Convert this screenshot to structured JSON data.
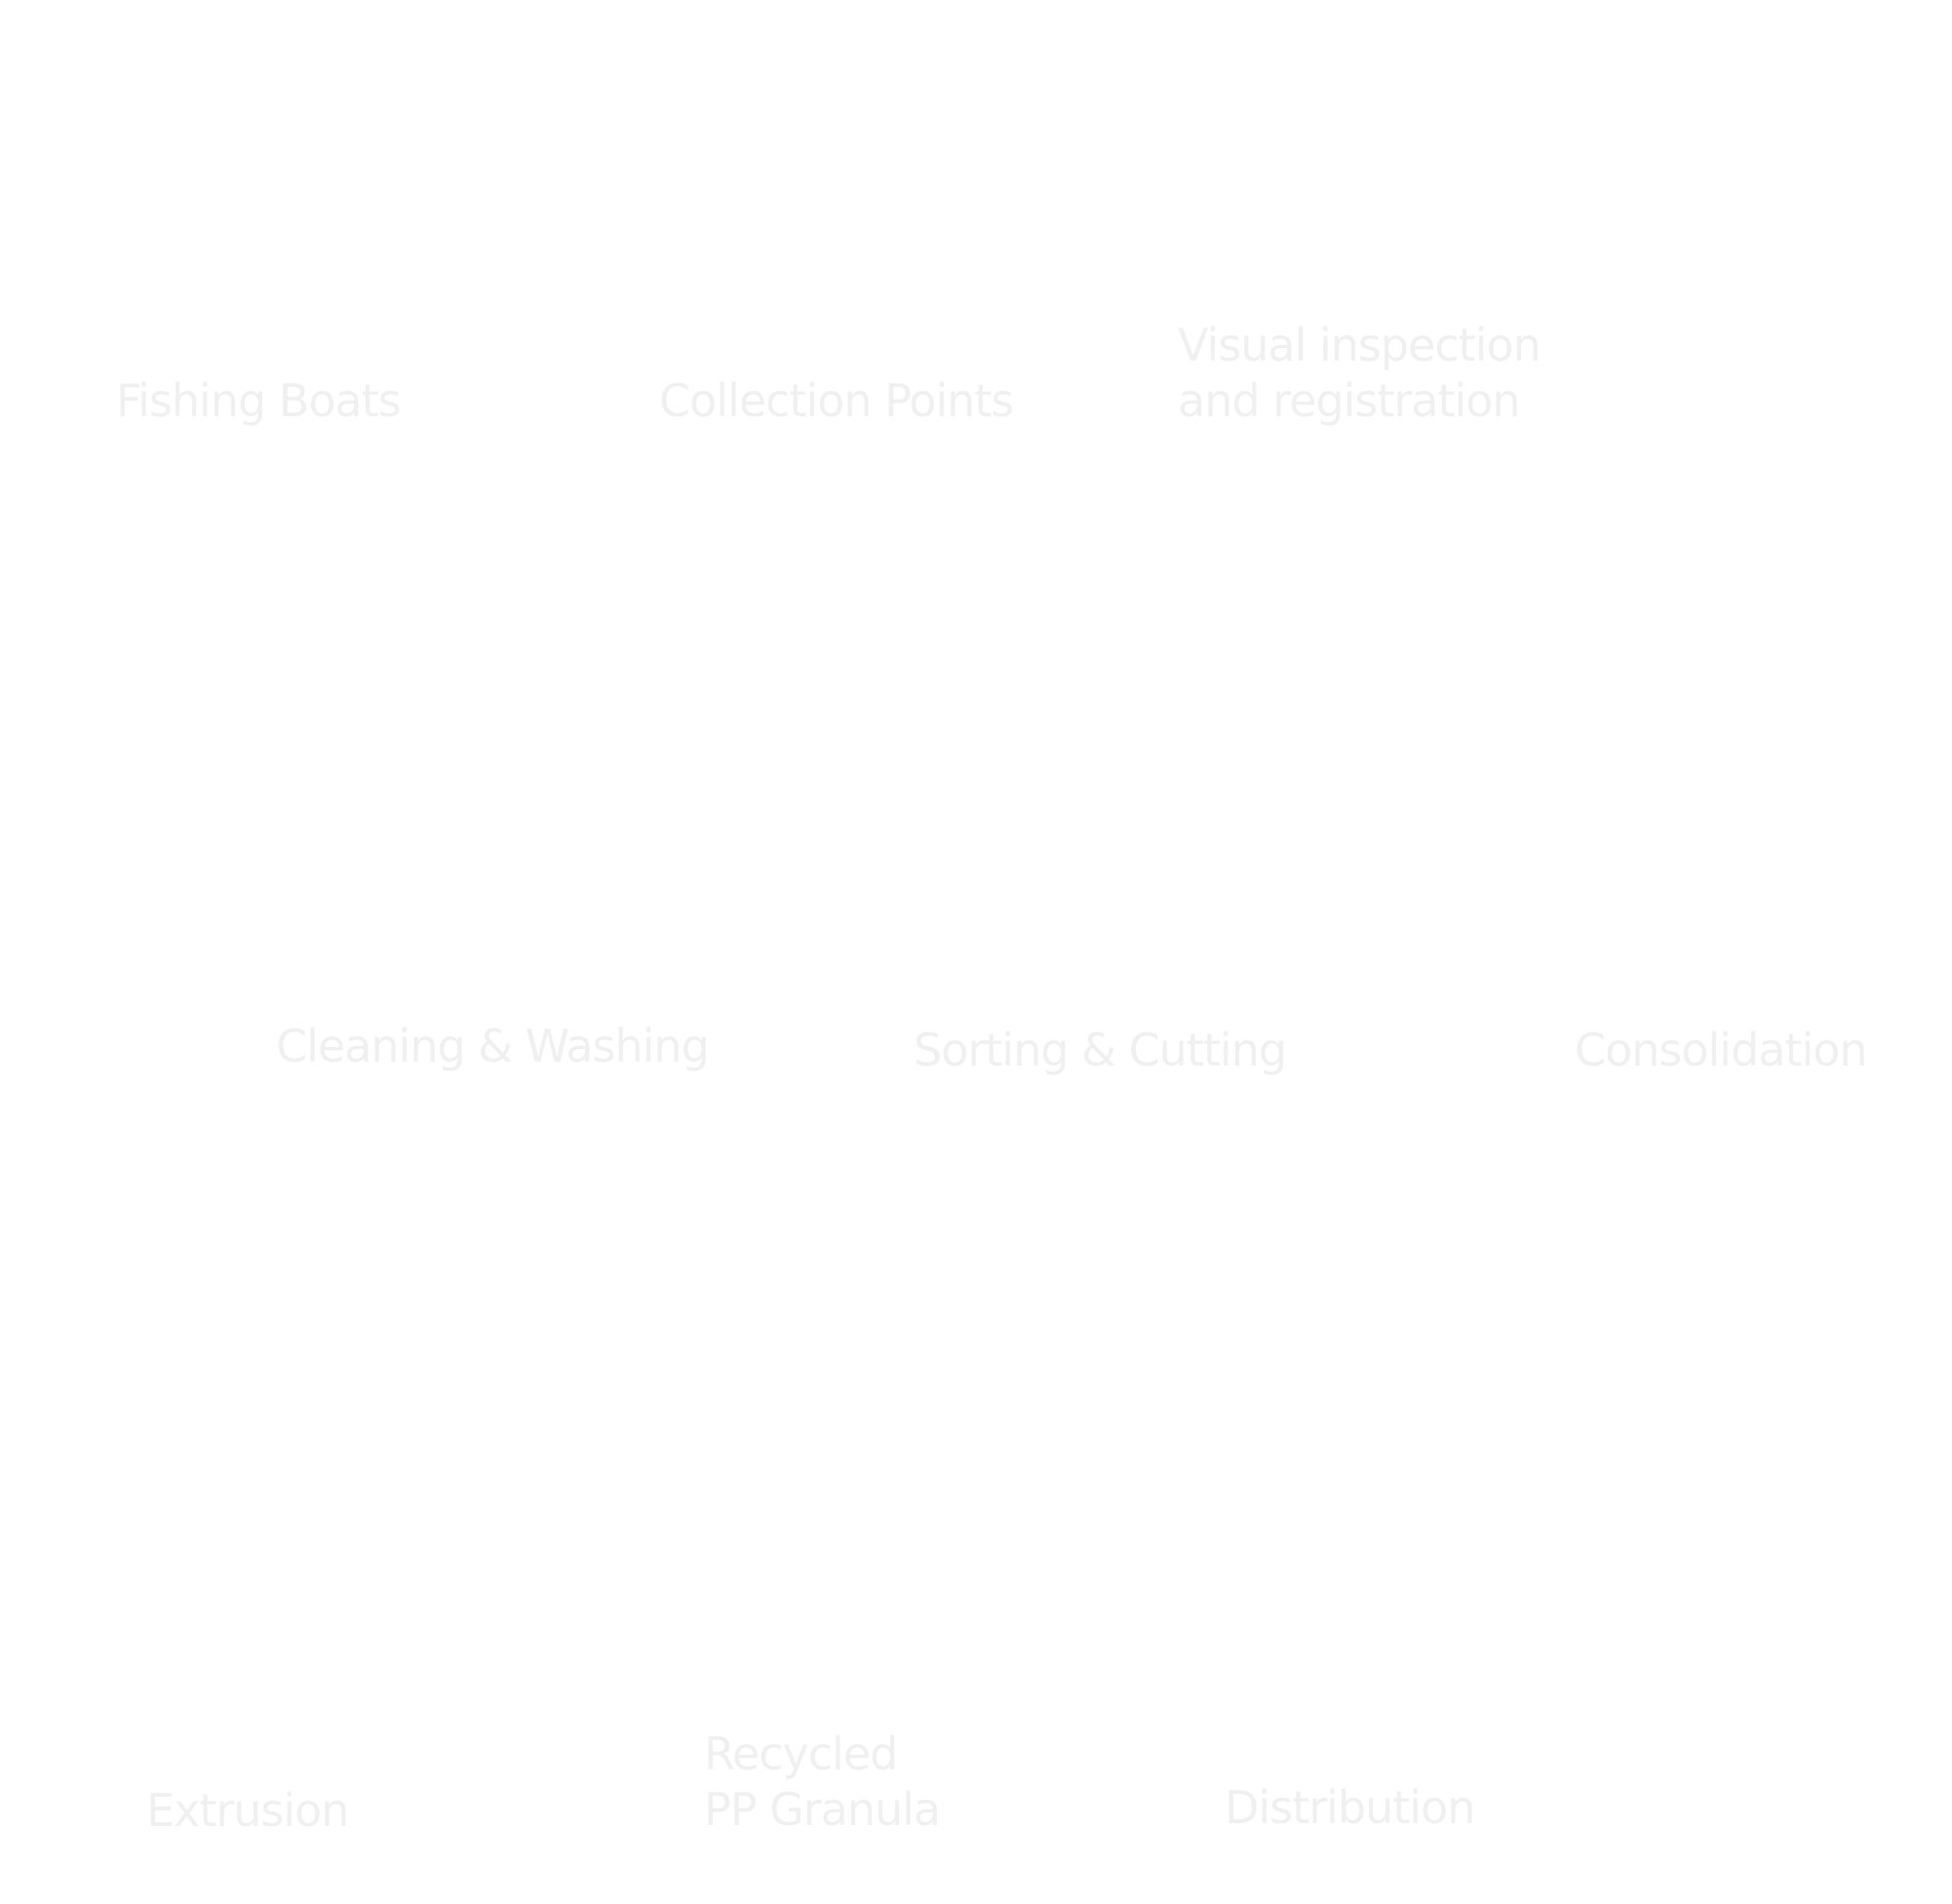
{
  "diagram": {
    "steps": {
      "fishing_boats": {
        "lines": [
          "Fishing Boats"
        ]
      },
      "collection_points": {
        "lines": [
          "Collection Points"
        ]
      },
      "visual_inspection": {
        "lines": [
          "Visual inspection",
          "and registration"
        ]
      },
      "cleaning_washing": {
        "lines": [
          "Cleaning & Washing"
        ]
      },
      "sorting_cutting": {
        "lines": [
          "Sorting & Cutting"
        ]
      },
      "consolidation": {
        "lines": [
          "Consolidation"
        ]
      },
      "extrusion": {
        "lines": [
          "Extrusion"
        ]
      },
      "recycled_pp": {
        "lines": [
          "Recycled",
          "PP Granula"
        ]
      },
      "distribution": {
        "lines": [
          "Distribution"
        ]
      }
    },
    "colors": {
      "label": "#f0f0f0",
      "background": "#ffffff"
    }
  }
}
